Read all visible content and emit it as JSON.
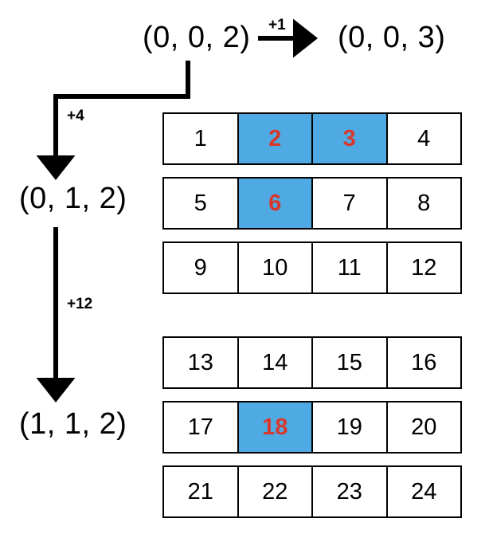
{
  "diagram": {
    "title_text": "",
    "colors": {
      "highlight_fill": "#4FA9E2",
      "highlight_text": "#D8382C",
      "stroke": "#000000",
      "cell_fill": "#ffffff"
    },
    "coords": {
      "source": "(0, 0, 2)",
      "dest_right": "(0, 0, 3)",
      "dest_mid": "(0, 1, 2)",
      "dest_bottom": "(1, 1, 2)"
    },
    "arrow_labels": {
      "right": "+1",
      "down_first": "+4",
      "down_second": "+12"
    },
    "grids": [
      {
        "name": "plane-0",
        "rows": [
          [
            {
              "value": "1",
              "highlight": false
            },
            {
              "value": "2",
              "highlight": true
            },
            {
              "value": "3",
              "highlight": true
            },
            {
              "value": "4",
              "highlight": false
            }
          ],
          [
            {
              "value": "5",
              "highlight": false
            },
            {
              "value": "6",
              "highlight": true
            },
            {
              "value": "7",
              "highlight": false
            },
            {
              "value": "8",
              "highlight": false
            }
          ],
          [
            {
              "value": "9",
              "highlight": false
            },
            {
              "value": "10",
              "highlight": false
            },
            {
              "value": "11",
              "highlight": false
            },
            {
              "value": "12",
              "highlight": false
            }
          ]
        ]
      },
      {
        "name": "plane-1",
        "rows": [
          [
            {
              "value": "13",
              "highlight": false
            },
            {
              "value": "14",
              "highlight": false
            },
            {
              "value": "15",
              "highlight": false
            },
            {
              "value": "16",
              "highlight": false
            }
          ],
          [
            {
              "value": "17",
              "highlight": false
            },
            {
              "value": "18",
              "highlight": true
            },
            {
              "value": "19",
              "highlight": false
            },
            {
              "value": "20",
              "highlight": false
            }
          ],
          [
            {
              "value": "21",
              "highlight": false
            },
            {
              "value": "22",
              "highlight": false
            },
            {
              "value": "23",
              "highlight": false
            },
            {
              "value": "24",
              "highlight": false
            }
          ]
        ]
      }
    ]
  }
}
